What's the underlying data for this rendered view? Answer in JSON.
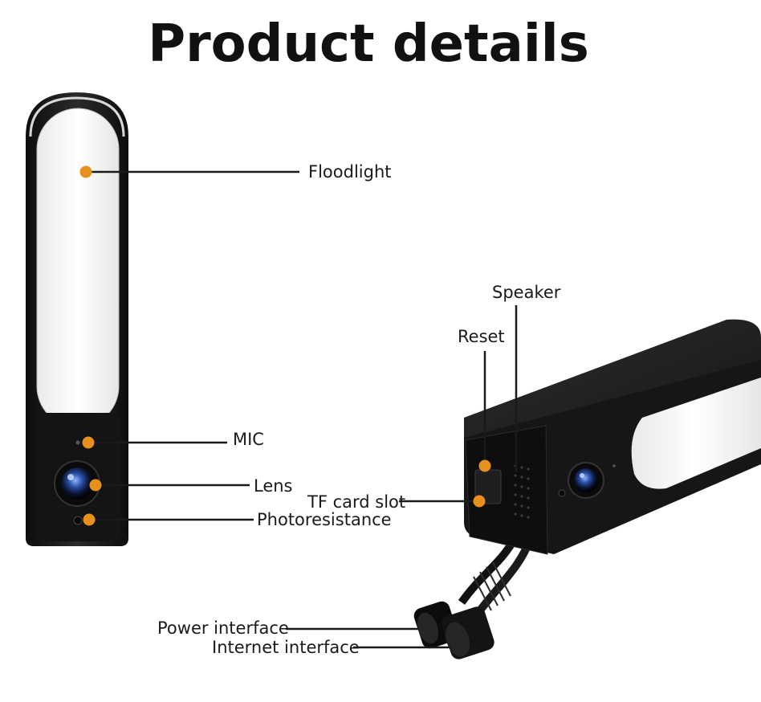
{
  "title": "Product details",
  "labels": {
    "floodlight": "Floodlight",
    "mic": "MIC",
    "lens": "Lens",
    "photoresistance": "Photoresistance",
    "speaker": "Speaker",
    "reset": "Reset",
    "tf_card_slot": "TF card slot",
    "power_interface": "Power interface",
    "internet_interface": "Internet interface"
  },
  "colors": {
    "marker": "#e8901e",
    "device_body": "#1b1b1b",
    "light_panel": "#f7f7f7"
  }
}
